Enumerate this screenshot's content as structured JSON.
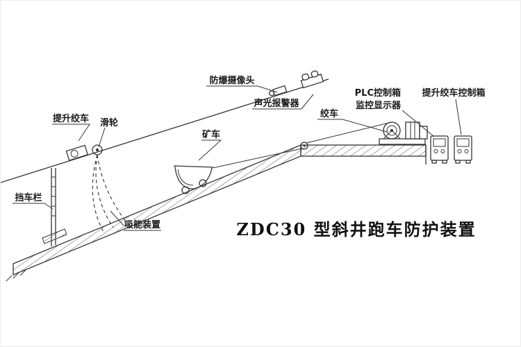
{
  "meta": {
    "background": "#ffffff",
    "line_color": "#333333",
    "text_color": "#1a1a1a",
    "diagram_type": "engineering-schematic"
  },
  "title": "ZDC30 型斜井跑车防护装置",
  "labels": {
    "explosion_proof_camera": "防爆摄像头",
    "sound_light_alarm": "声光报警器",
    "plc_control_box": "PLC控制箱",
    "monitoring_display": "监控显示器",
    "hoist_winch_control_box": "提升绞车控制箱",
    "winch": "绞车",
    "hoist_winch": "提升绞车",
    "pulley": "滑轮",
    "mine_car": "矿车",
    "car_stop_barrier": "挡车栏",
    "energy_absorber": "吸能装置"
  }
}
